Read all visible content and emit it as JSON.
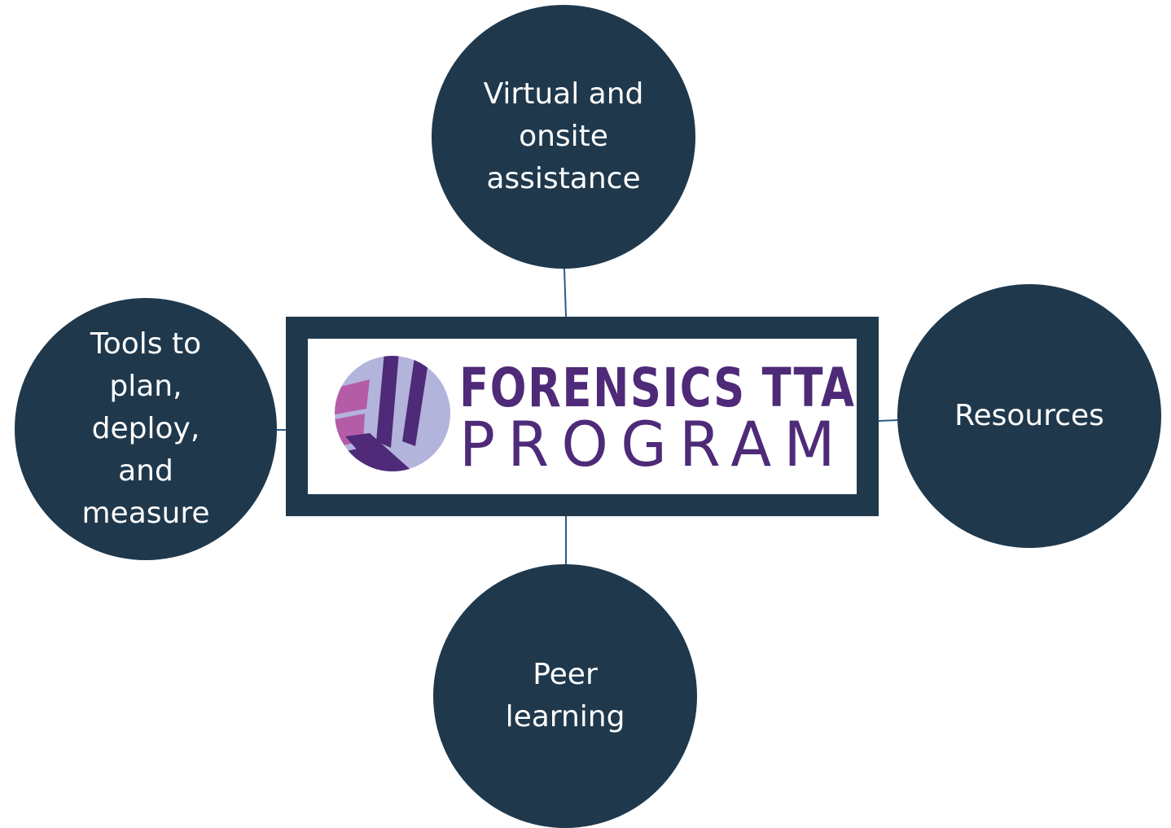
{
  "colors": {
    "node_fill": "#1f384c",
    "frame": "#1f384c",
    "connector": "#2e5a84",
    "logo_text": "#4e2a78",
    "logo_light": "#b3b4dc",
    "logo_pink": "#b55ca8",
    "logo_dark": "#4e2a78"
  },
  "center": {
    "logo_line1": "FORENSICS TTA",
    "logo_line2": "PROGRAM",
    "logo_icon": "forensics-tta-logo-mark"
  },
  "nodes": {
    "top": "Virtual and\nonsite\nassistance",
    "right": "Resources",
    "bottom": "Peer\nlearning",
    "left": "Tools to\nplan,\ndeploy,\nand\nmeasure"
  }
}
